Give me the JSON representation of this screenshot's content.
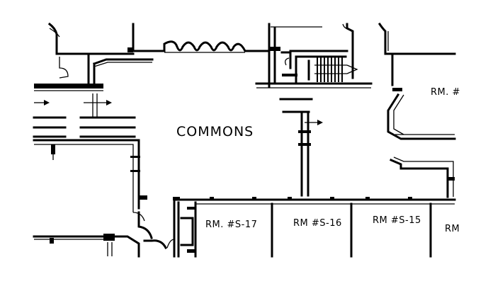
{
  "floor_plan": {
    "labels": {
      "commons": "COMMONS",
      "room_s17": "RM. #S-17",
      "room_s16": "RM #S-16",
      "room_s15": "RM #S-15",
      "room_partial_right_top": "RM. #",
      "room_partial_right_bottom": "RM"
    },
    "colors": {
      "background": "#ffffff",
      "linework": "#000000"
    }
  }
}
